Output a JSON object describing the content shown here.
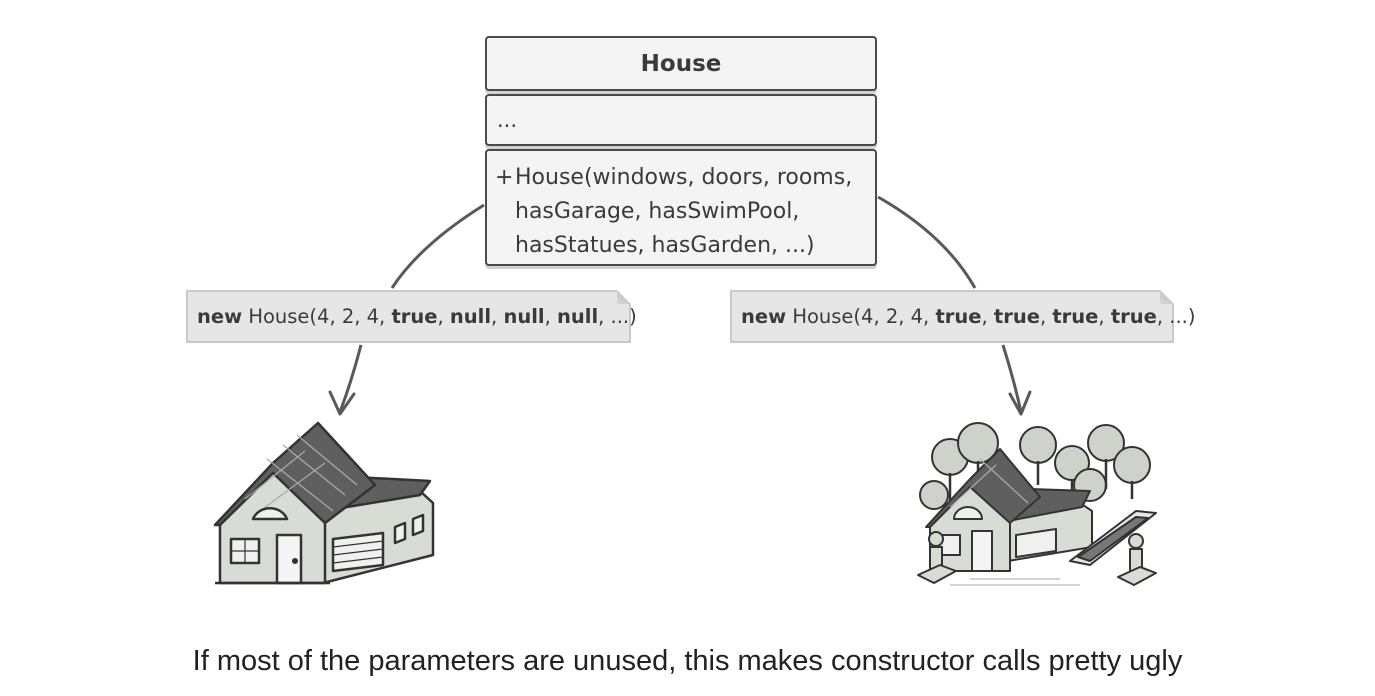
{
  "uml_class": {
    "name": "House",
    "fields": "...",
    "visibility": "+",
    "constructor_lines": [
      "House(windows, doors, rooms,",
      "hasGarage, hasSwimPool,",
      "hasStatues, hasGarden, ...)"
    ]
  },
  "notes": {
    "left": {
      "keyword": "new",
      "call": " House(4, 2, 4, ",
      "a1": "true",
      "s1": ", ",
      "a2": "null",
      "s2": ", ",
      "a3": "null",
      "s3": ", ",
      "a4": "null",
      "tail": ", ...)"
    },
    "right": {
      "keyword": "new",
      "call": " House(4, 2, 4, ",
      "a1": "true",
      "s1": ", ",
      "a2": "true",
      "s2": ", ",
      "a3": "true",
      "s3": ", ",
      "a4": "true",
      "tail": ", ...)"
    }
  },
  "illustrations": {
    "left": "simple-house-icon",
    "right": "house-with-garden-pool-statues-icon"
  },
  "colors": {
    "line": "#595959",
    "box_fill": "#f4f4f4",
    "note_fill": "#e6e6e6",
    "roof": "#5f5f5f",
    "wall": "#d9dcd5"
  },
  "caption": "If most of the parameters are unused, this makes constructor calls pretty ugly"
}
